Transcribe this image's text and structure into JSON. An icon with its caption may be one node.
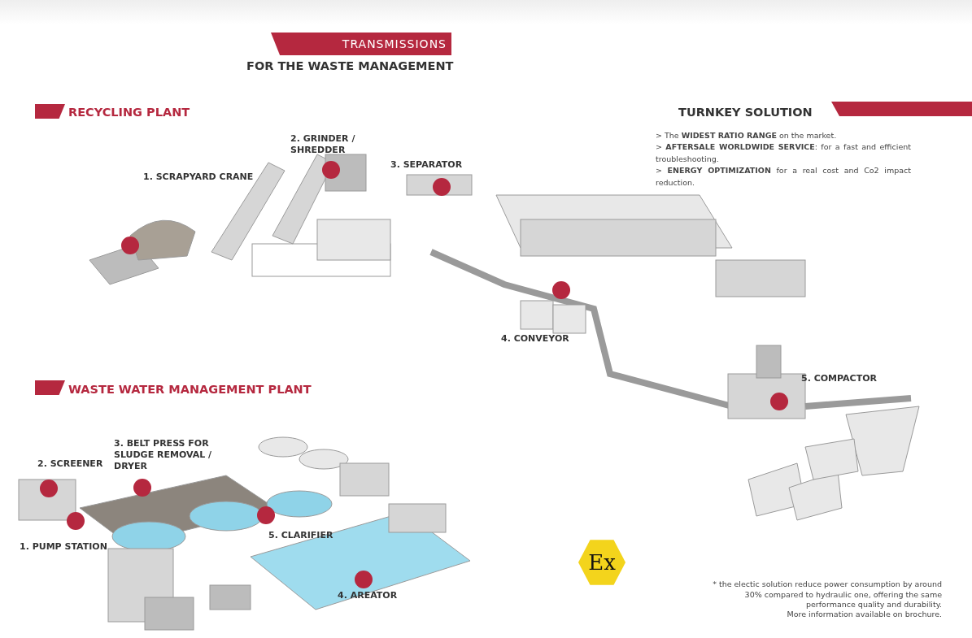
{
  "diagram": {
    "title": "TRANSMISSIONS",
    "labels": [
      "FOR THE WASTE MANAGEMENT",
      "RECYCLING PLANT",
      "TURNKEY SOLUTION",
      "> The **WIDEST RATIO RANGE** on the market.",
      "> **AFTERSALE WORLDWIDE SERVICE**: for a fast and efficient troubleshooting.",
      "> **ENERGY OPTIMIZATION** for a real cost and Co2 impact reduction.",
      "1. SCRAPYARD CRANE",
      "2. GRINDER / SHREDDER",
      "3. SEPARATOR",
      "4. CONVEYOR",
      "5. COMPACTOR",
      "WASTE WATER MANAGEMENT PLANT",
      "2. SCREENER",
      "3. BELT PRESS FOR SLUDGE REMOVAL / DRYER",
      "1. PUMP STATION",
      "5. CLARIFIER",
      "4. AREATOR",
      "Ex",
      "* the electic solution reduce power consumption by around 30% compared to hydraulic one, offering the same performance quality and durability.",
      "More information available on brochure."
    ]
  }
}
